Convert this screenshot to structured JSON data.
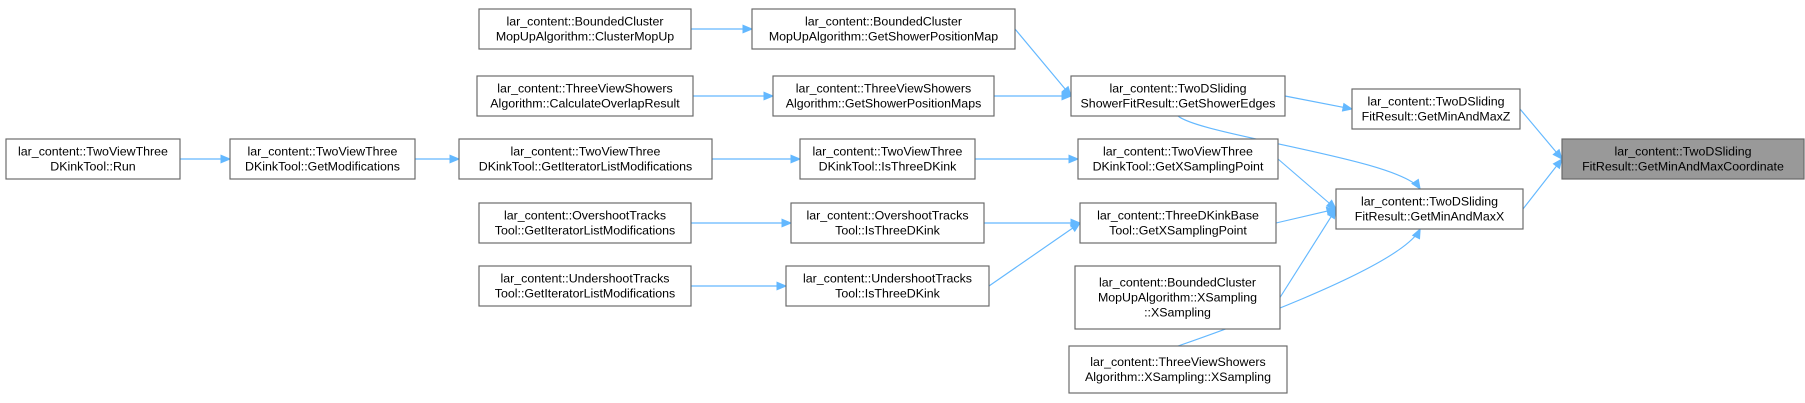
{
  "colors": {
    "edge": "#63b8ff",
    "node_border": "#666666",
    "node_fill": "#ffffff",
    "focus_fill": "#999999"
  },
  "nodes": {
    "bcm_cluster_mop_up": [
      "lar_content::BoundedCluster",
      "MopUpAlgorithm::ClusterMopUp"
    ],
    "bcm_get_shower_position_map": [
      "lar_content::BoundedCluster",
      "MopUpAlgorithm::GetShowerPositionMap"
    ],
    "tvs_calculate_overlap_result": [
      "lar_content::ThreeViewShowers",
      "Algorithm::CalculateOverlapResult"
    ],
    "tvs_get_shower_position_maps": [
      "lar_content::ThreeViewShowers",
      "Algorithm::GetShowerPositionMaps"
    ],
    "tds_get_shower_edges": [
      "lar_content::TwoDSliding",
      "ShowerFitResult::GetShowerEdges"
    ],
    "tds_get_min_and_max_z": [
      "lar_content::TwoDSliding",
      "FitResult::GetMinAndMaxZ"
    ],
    "tds_get_min_and_max_coordinate": [
      "lar_content::TwoDSliding",
      "FitResult::GetMinAndMaxCoordinate"
    ],
    "tvt_run": [
      "lar_content::TwoViewThree",
      "DKinkTool::Run"
    ],
    "tvt_get_modifications": [
      "lar_content::TwoViewThree",
      "DKinkTool::GetModifications"
    ],
    "tvt_get_iterator_list_modifications": [
      "lar_content::TwoViewThree",
      "DKinkTool::GetIteratorListModifications"
    ],
    "tvt_is_three_d_kink": [
      "lar_content::TwoViewThree",
      "DKinkTool::IsThreeDKink"
    ],
    "tvt_get_x_sampling_point": [
      "lar_content::TwoViewThree",
      "DKinkTool::GetXSamplingPoint"
    ],
    "tds_get_min_and_max_x": [
      "lar_content::TwoDSliding",
      "FitResult::GetMinAndMaxX"
    ],
    "ot_get_iterator_list_modifications": [
      "lar_content::OvershootTracks",
      "Tool::GetIteratorListModifications"
    ],
    "ot_is_three_d_kink": [
      "lar_content::OvershootTracks",
      "Tool::IsThreeDKink"
    ],
    "tdk_get_x_sampling_point": [
      "lar_content::ThreeDKinkBase",
      "Tool::GetXSamplingPoint"
    ],
    "ut_get_iterator_list_modifications": [
      "lar_content::UndershootTracks",
      "Tool::GetIteratorListModifications"
    ],
    "ut_is_three_d_kink": [
      "lar_content::UndershootTracks",
      "Tool::IsThreeDKink"
    ],
    "bcm_xsampling": [
      "lar_content::BoundedCluster",
      "MopUpAlgorithm::XSampling",
      "::XSampling"
    ],
    "tvs_xsampling": [
      "lar_content::ThreeViewShowers",
      "Algorithm::XSampling::XSampling"
    ]
  },
  "edges": [
    [
      "bcm_cluster_mop_up",
      "bcm_get_shower_position_map"
    ],
    [
      "tvs_calculate_overlap_result",
      "tvs_get_shower_position_maps"
    ],
    [
      "bcm_get_shower_position_map",
      "tds_get_shower_edges"
    ],
    [
      "tvs_get_shower_position_maps",
      "tds_get_shower_edges"
    ],
    [
      "tds_get_shower_edges",
      "tds_get_min_and_max_z"
    ],
    [
      "tds_get_shower_edges",
      "tds_get_min_and_max_x"
    ],
    [
      "tds_get_min_and_max_z",
      "tds_get_min_and_max_coordinate"
    ],
    [
      "tds_get_min_and_max_x",
      "tds_get_min_and_max_coordinate"
    ],
    [
      "tvt_run",
      "tvt_get_modifications"
    ],
    [
      "tvt_get_modifications",
      "tvt_get_iterator_list_modifications"
    ],
    [
      "tvt_get_iterator_list_modifications",
      "tvt_is_three_d_kink"
    ],
    [
      "tvt_is_three_d_kink",
      "tvt_get_x_sampling_point"
    ],
    [
      "tvt_get_x_sampling_point",
      "tds_get_min_and_max_x"
    ],
    [
      "ot_get_iterator_list_modifications",
      "ot_is_three_d_kink"
    ],
    [
      "ot_is_three_d_kink",
      "tdk_get_x_sampling_point"
    ],
    [
      "ut_get_iterator_list_modifications",
      "ut_is_three_d_kink"
    ],
    [
      "ut_is_three_d_kink",
      "tdk_get_x_sampling_point"
    ],
    [
      "tdk_get_x_sampling_point",
      "tds_get_min_and_max_x"
    ],
    [
      "bcm_xsampling",
      "tds_get_min_and_max_x"
    ],
    [
      "tvs_xsampling",
      "tds_get_min_and_max_x"
    ]
  ]
}
